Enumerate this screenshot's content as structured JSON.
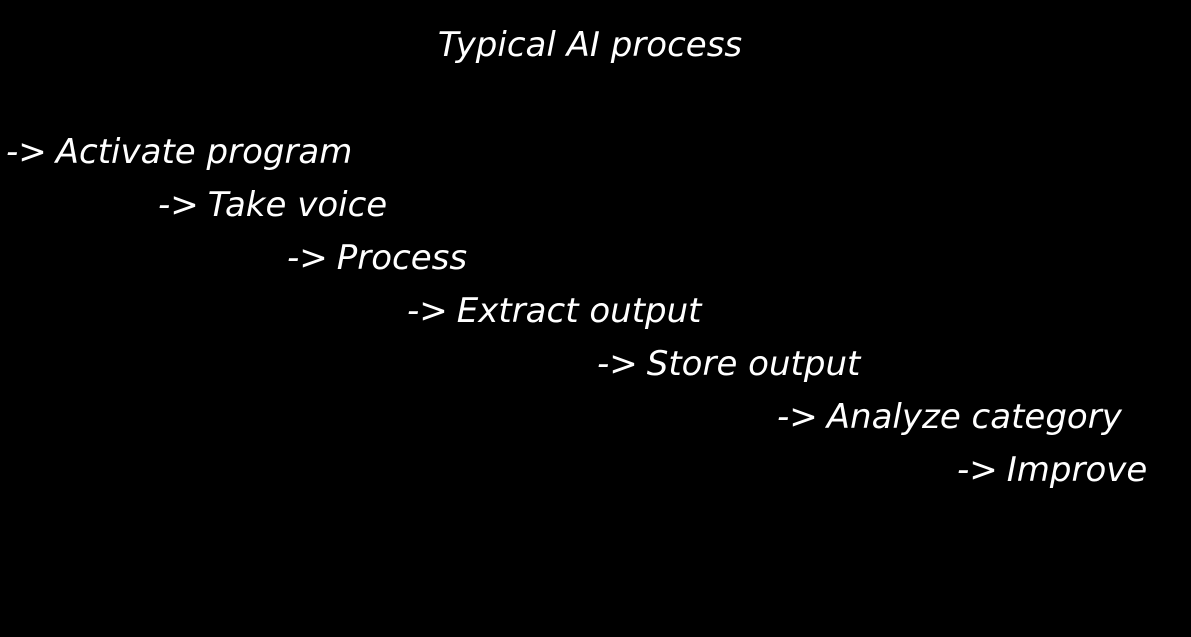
{
  "title": "Typical AI process",
  "arrow": "->",
  "steps": [
    "Activate program",
    "Take voice",
    "Process",
    "Extract output",
    "Store output",
    "Analyze category",
    "Improve"
  ],
  "colors": {
    "background": "#000000",
    "text": "#ffffff"
  }
}
